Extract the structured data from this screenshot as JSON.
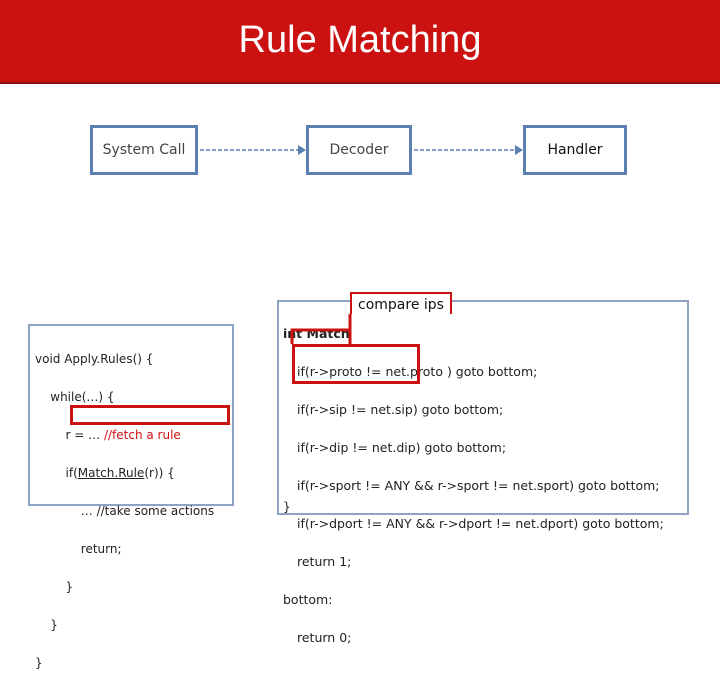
{
  "title": "Rule Matching",
  "flow": {
    "boxes": [
      "System Call",
      "Decoder",
      "Handler"
    ]
  },
  "left_code": {
    "lines": [
      "void Apply.Rules() {",
      "    while(…) {",
      "        r = … ",
      "        if(",
      "            … //take some actions",
      "            return;",
      "        }",
      "    }",
      "}"
    ],
    "fetch_comment": "//fetch a rule",
    "match_call": "Match.Rule",
    "match_arg": "(r)) {"
  },
  "right_code": {
    "header": "int Match",
    "lines": [
      "if(r->proto != net.proto ) goto bottom;",
      "if(r->sip != net.sip) goto bottom;",
      "if(r->dip != net.dip) goto bottom;",
      "if(r->sport != ANY && r->sport != net.sport) goto bottom;",
      "if(r->dport != ANY && r->dport != net.dport) goto bottom;",
      "return 1;"
    ],
    "bottom_label": "bottom:",
    "return0": "return 0;",
    "closing": "}"
  },
  "callout": "compare ips",
  "colors": {
    "title_bar": "#cc1111",
    "box_border": "#5b7fb0",
    "highlight": "#cc1111",
    "arrow": "#5b7fb0"
  }
}
